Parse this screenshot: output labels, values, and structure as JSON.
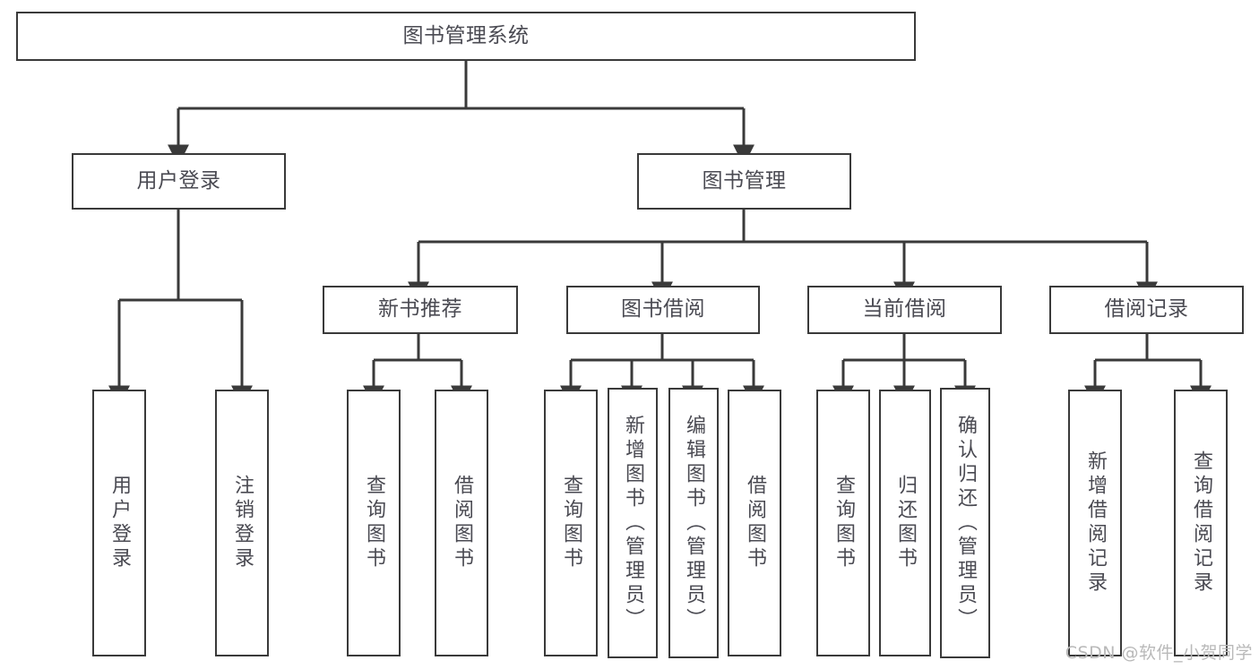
{
  "diagram": {
    "type": "tree-hierarchy-chart",
    "title": "图书管理系统",
    "stroke_color": "#3a3a3a",
    "text_color": "#4a4a52",
    "background_color": "#ffffff",
    "nodes": {
      "root": {
        "label": "图书管理系统"
      },
      "level1": [
        {
          "id": "user-login",
          "label": "用户登录"
        },
        {
          "id": "book-manage",
          "label": "图书管理"
        }
      ],
      "level2": [
        {
          "id": "new-book-recommend",
          "label": "新书推荐",
          "parent": "book-manage"
        },
        {
          "id": "book-borrow",
          "label": "图书借阅",
          "parent": "book-manage"
        },
        {
          "id": "current-borrow",
          "label": "当前借阅",
          "parent": "book-manage"
        },
        {
          "id": "borrow-record",
          "label": "借阅记录",
          "parent": "book-manage"
        }
      ],
      "leaves": {
        "user-login": [
          {
            "id": "leaf-user-login",
            "label": "用户登录"
          },
          {
            "id": "leaf-user-logout",
            "label": "注销登录"
          }
        ],
        "new-book-recommend": [
          {
            "id": "leaf-query-book-1",
            "label": "查询图书"
          },
          {
            "id": "leaf-borrow-book-1",
            "label": "借阅图书"
          }
        ],
        "book-borrow": [
          {
            "id": "leaf-query-book-2",
            "label": "查询图书"
          },
          {
            "id": "leaf-add-book",
            "label": "新增图书（管理员）"
          },
          {
            "id": "leaf-edit-book",
            "label": "编辑图书（管理员）"
          },
          {
            "id": "leaf-borrow-book-2",
            "label": "借阅图书"
          }
        ],
        "current-borrow": [
          {
            "id": "leaf-query-book-3",
            "label": "查询图书"
          },
          {
            "id": "leaf-return-book",
            "label": "归还图书"
          },
          {
            "id": "leaf-confirm-return",
            "label": "确认归还（管理员）"
          }
        ],
        "borrow-record": [
          {
            "id": "leaf-add-borrow-record",
            "label": "新增借阅记录"
          },
          {
            "id": "leaf-query-borrow-record",
            "label": "查询借阅记录"
          }
        ]
      }
    }
  },
  "watermark": {
    "text": "CSDN @软件_小贺同学"
  }
}
